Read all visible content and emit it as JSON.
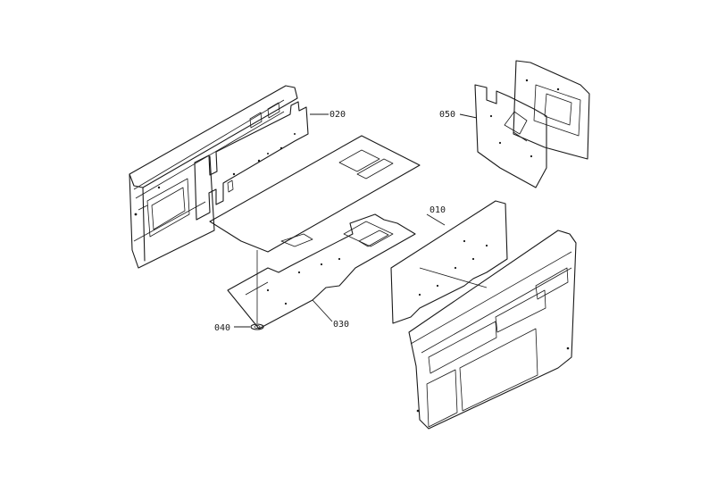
{
  "parts": [
    {
      "id": "p010",
      "label": "010"
    },
    {
      "id": "p020",
      "label": "020"
    },
    {
      "id": "p030",
      "label": "030"
    },
    {
      "id": "p040",
      "label": "040"
    },
    {
      "id": "p050",
      "label": "050"
    }
  ],
  "colors": {
    "line": "#1a1a1a",
    "background": "#ffffff"
  }
}
